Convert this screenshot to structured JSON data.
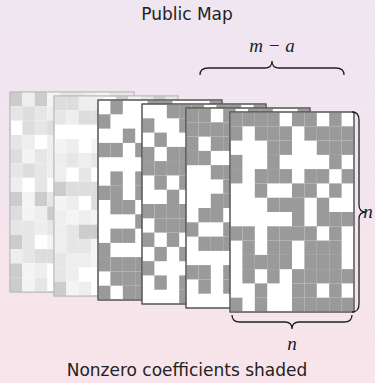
{
  "diagram": {
    "title": "Public Map",
    "caption": "Nonzero coefficients shaded",
    "labels": [
      "m − a",
      "n",
      "n"
    ]
  }
}
